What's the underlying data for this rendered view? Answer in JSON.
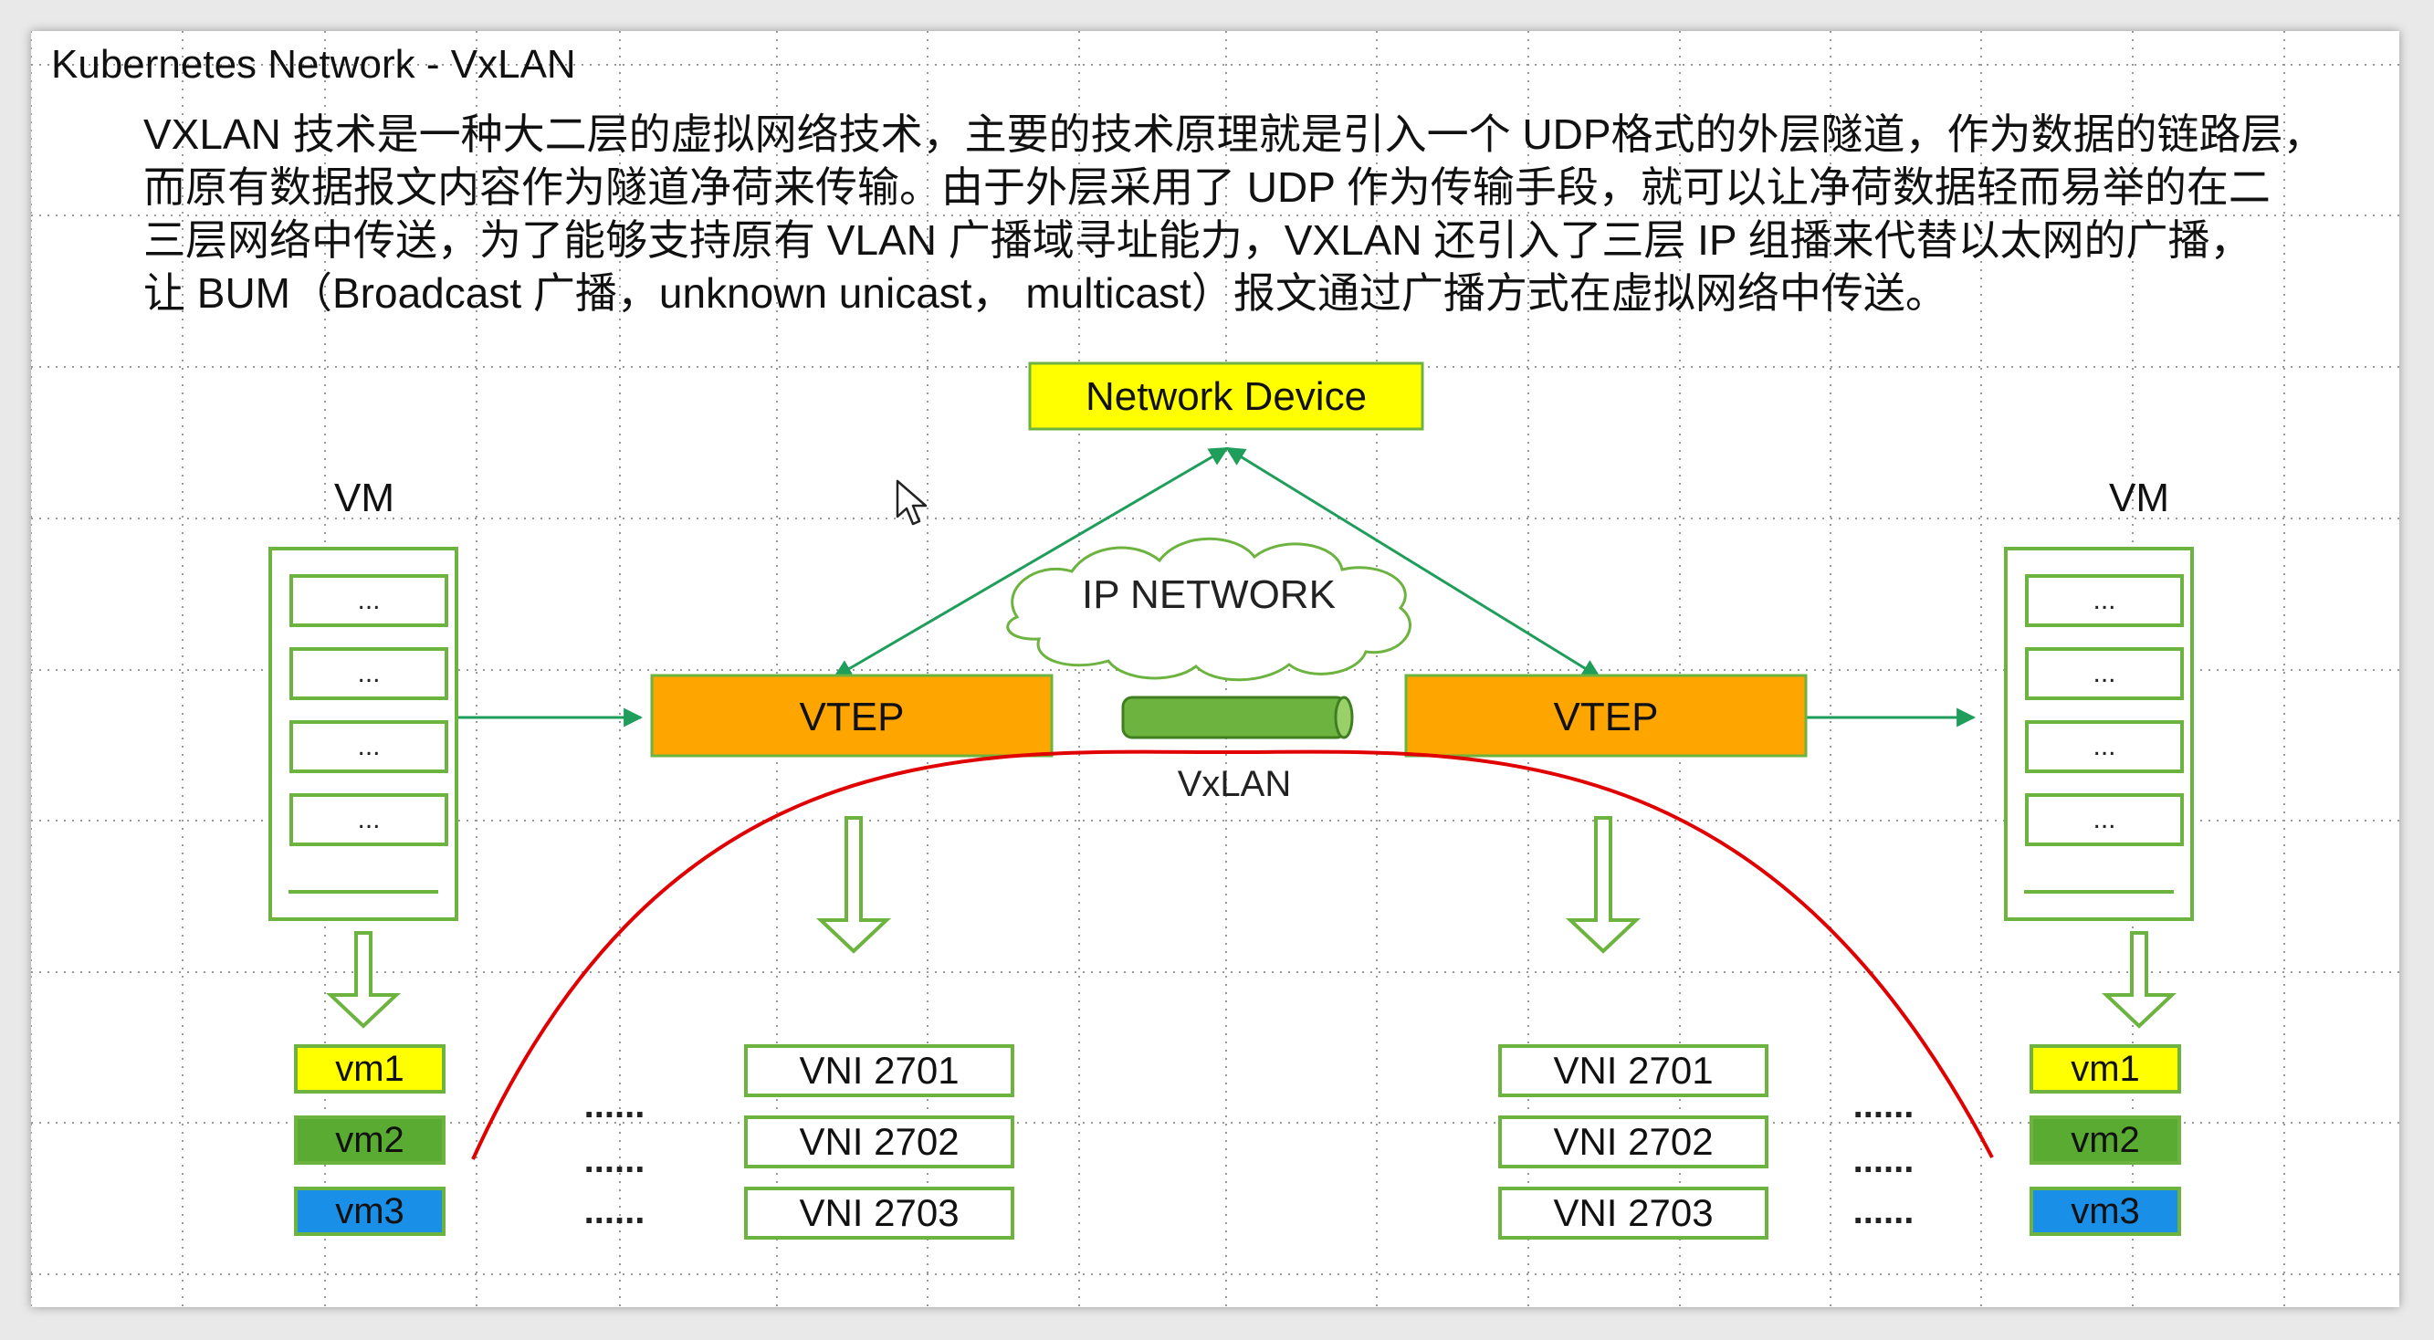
{
  "title": "Kubernetes Network - VxLAN",
  "paragraph_lines": [
    "VXLAN 技术是一种大二层的虚拟网络技术，主要的技术原理就是引入一个 UDP格式的外层隧道，作为数据的链路层，",
    "而原有数据报文内容作为隧道净荷来传输。由于外层采用了 UDP 作为传输手段，就可以让净荷数据轻而易举的在二",
    "三层网络中传送，为了能够支持原有 VLAN 广播域寻址能力，VXLAN 还引入了三层 IP 组播来代替以太网的广播，",
    "让 BUM（Broadcast 广播，unknown unicast， multicast）报文通过广播方式在虚拟网络中传送。"
  ],
  "diagram": {
    "network_device": "Network Device",
    "ip_network": "IP NETWORK",
    "vtep_left": "VTEP",
    "vtep_right": "VTEP",
    "vxlan": "VxLAN",
    "vm_label_left": "VM",
    "vm_label_right": "VM",
    "vm_slots": [
      "...",
      "...",
      "...",
      "..."
    ],
    "vms": [
      "vm1",
      "vm2",
      "vm3"
    ],
    "vnis": [
      "VNI 2701",
      "VNI 2702",
      "VNI 2703"
    ],
    "dots": "......"
  },
  "colors": {
    "device_fill": "#ffff00",
    "vtep_fill": "#ffa500",
    "green_line": "#1e9e5a",
    "red_curve": "#e00000",
    "box_green": "#6db33f",
    "vm1": "#ffff00",
    "vm2": "#5aab32",
    "vm3": "#1a8fe8"
  }
}
